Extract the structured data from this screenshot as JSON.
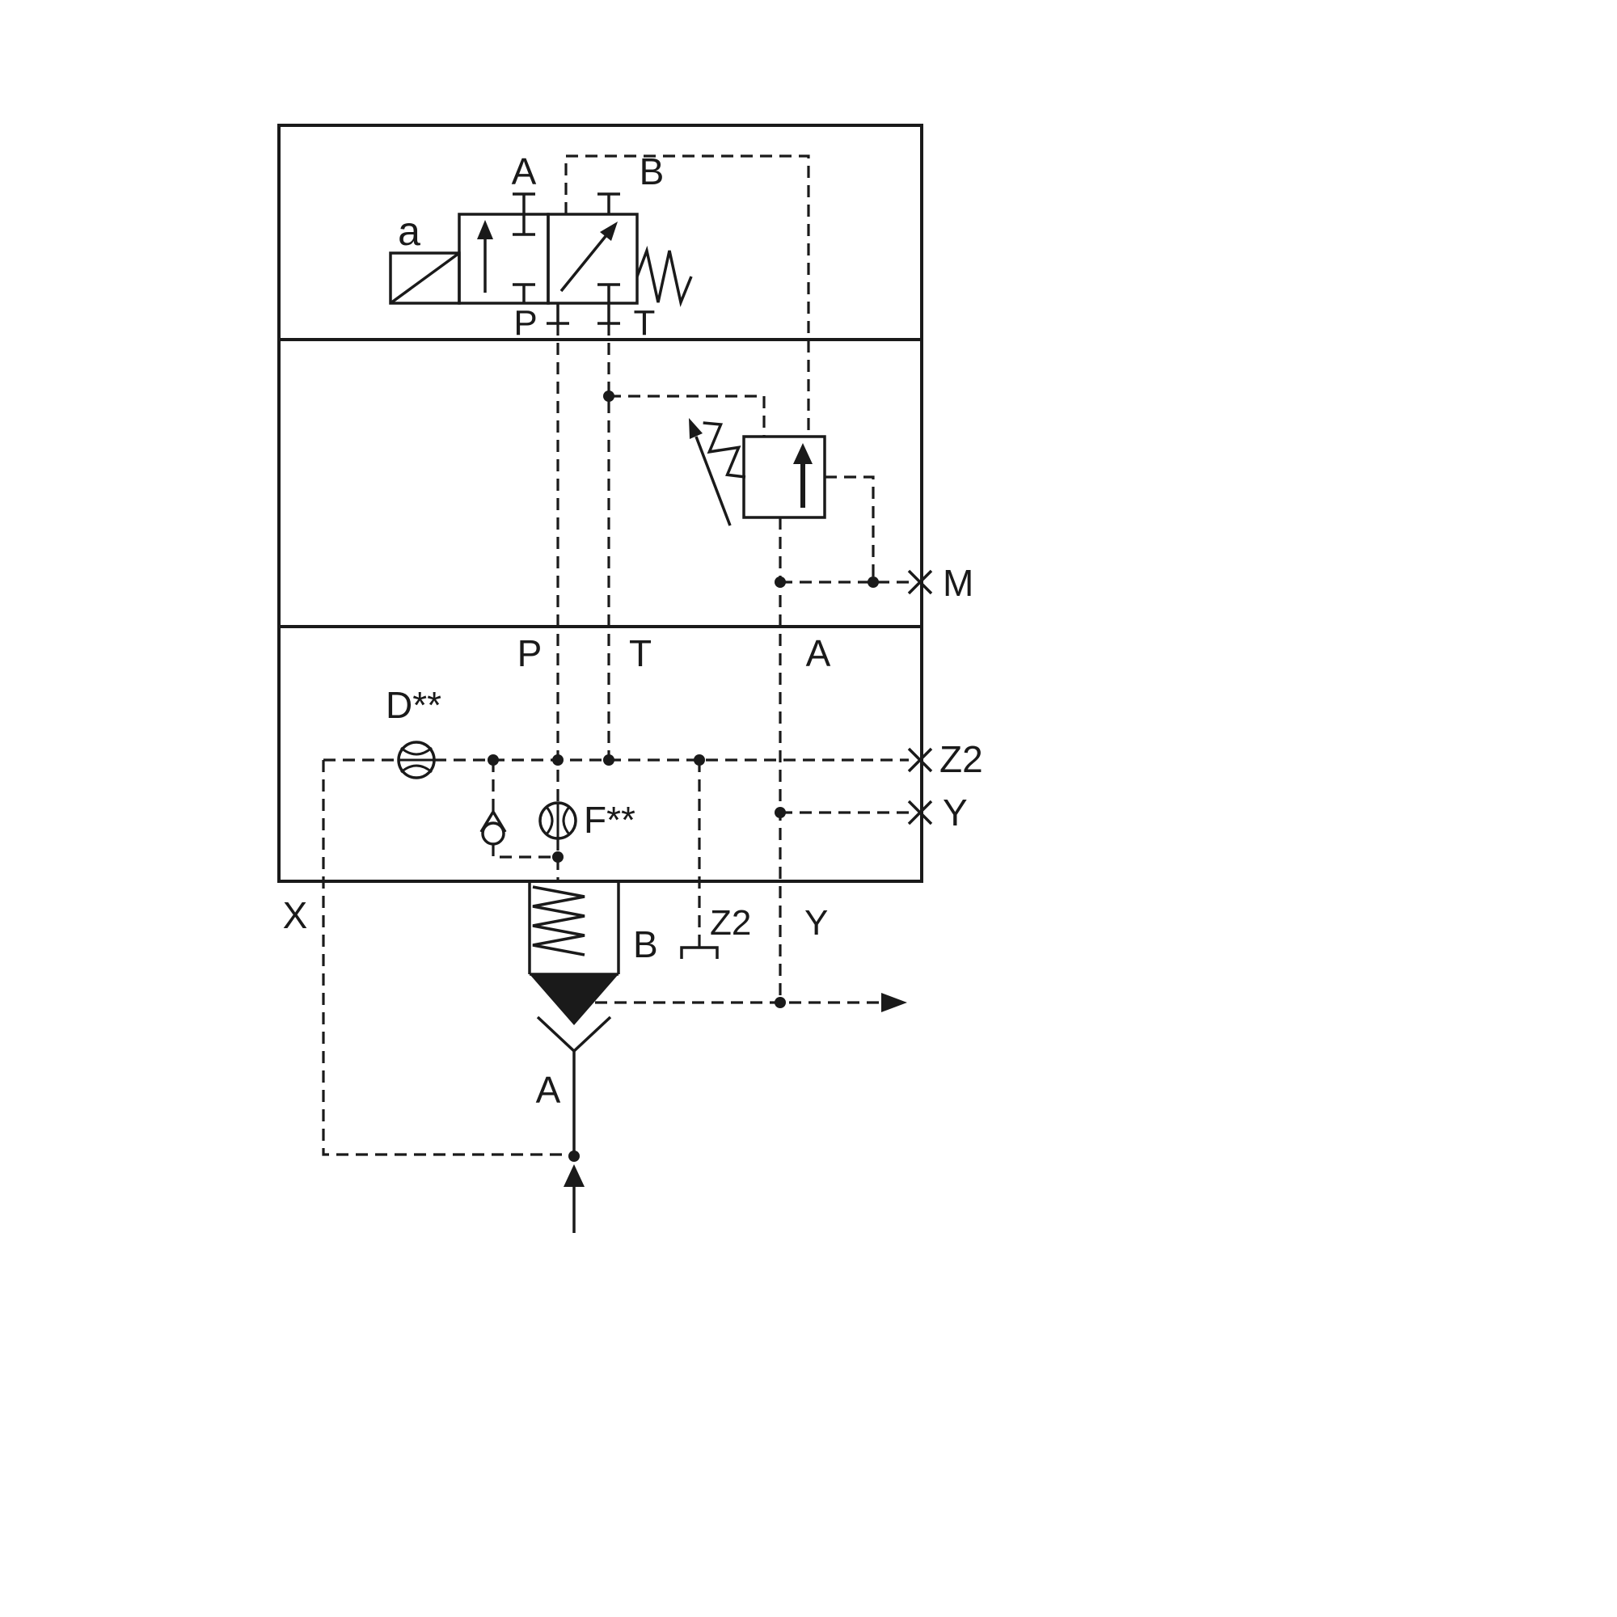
{
  "colors": {
    "line": "#1a1a1a",
    "background": "#ffffff"
  },
  "pilot_valve": {
    "solenoid_label": "a",
    "port_a": "A",
    "port_b": "B",
    "port_p": "P",
    "port_t": "T"
  },
  "manifold": {
    "port_p": "P",
    "port_t": "T",
    "port_a": "A"
  },
  "gauge_ports": {
    "m": "M",
    "z2": "Z2",
    "y": "Y"
  },
  "orifices": {
    "d": "D**",
    "f": "F**"
  },
  "external_lines": {
    "x": "X",
    "z2": "Z2",
    "y": "Y"
  },
  "cartridge": {
    "port_b": "B",
    "port_a": "A"
  }
}
